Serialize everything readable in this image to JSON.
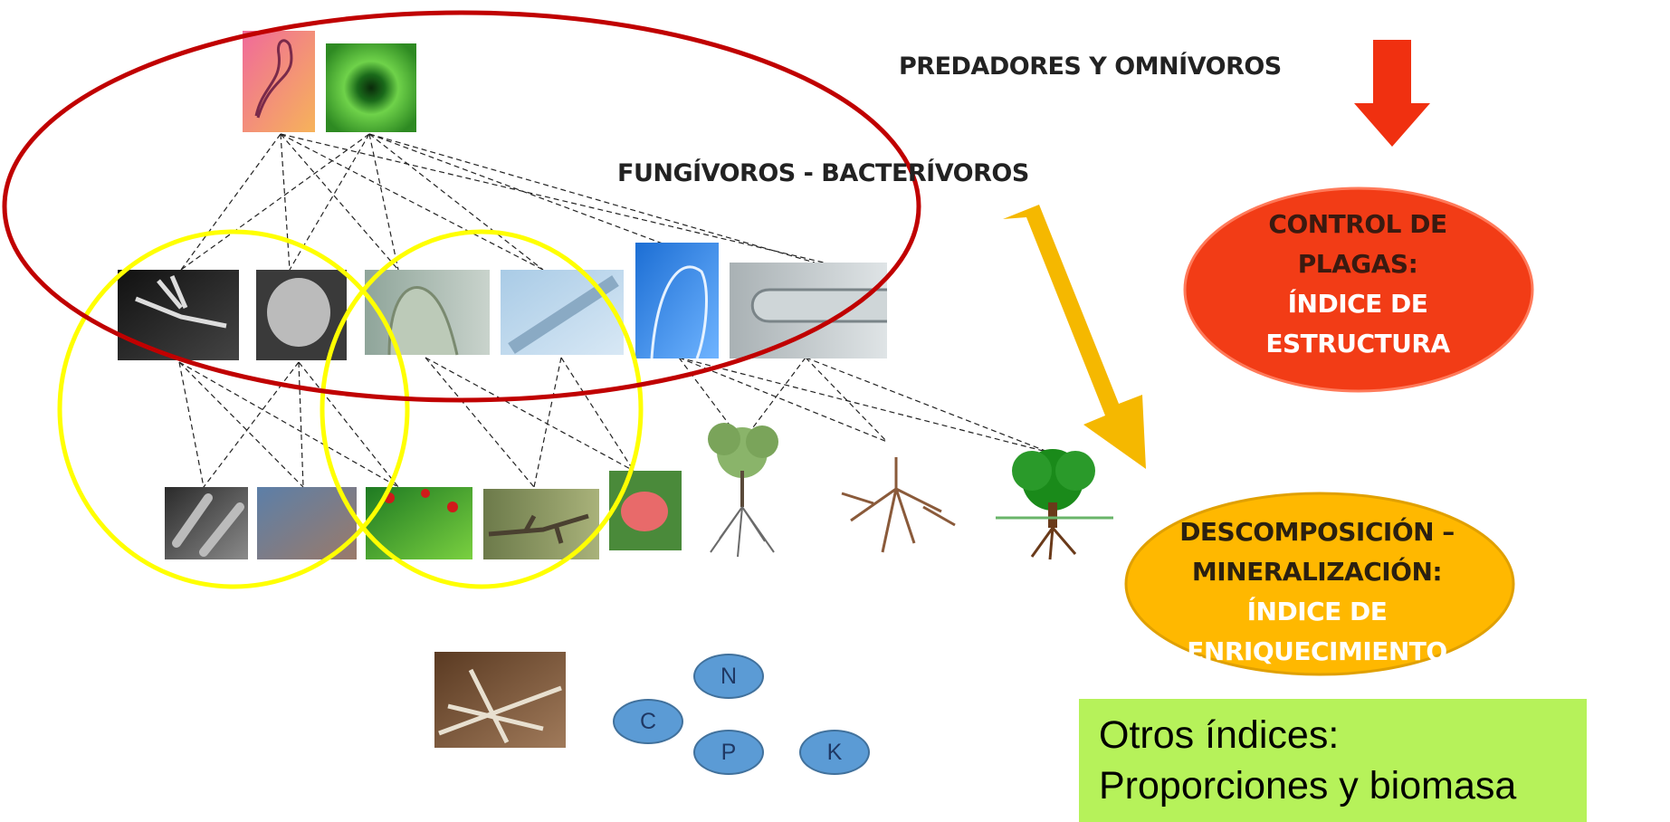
{
  "labels": {
    "predadores": "PREDADORES Y OMNÍVOROS",
    "fungivoros": "FUNGÍVOROS - BACTERÍVOROS"
  },
  "control_oval": {
    "line1": "CONTROL DE",
    "line2": "PLAGAS:",
    "line3": "ÍNDICE DE",
    "line4": "ESTRUCTURA",
    "color": "#f23c16"
  },
  "descomp_oval": {
    "line1": "DESCOMPOSICIÓN –",
    "line2": "MINERALIZACIÓN:",
    "line3": "ÍNDICE DE",
    "line4": "ENRIQUECIMIENTO",
    "color": "#ffb800"
  },
  "otros_box": {
    "line1": "Otros índices:",
    "line2": "Proporciones y biomasa",
    "color": "#b6f25a"
  },
  "nutrients": [
    "N",
    "C",
    "P",
    "K"
  ],
  "colors": {
    "red_ellipse": "#c00000",
    "yellow_circle": "#ffff00",
    "red_arrow": "#f03010",
    "orange_arrow": "#f5b800"
  },
  "images": [
    "pink-nematode-photo",
    "green-nematode-mouth-photo",
    "sem-nematode-head-1",
    "sem-nematode-head-2",
    "nematode-micro-1",
    "nematode-micro-2",
    "nematode-micro-blue",
    "nematode-micro-grey",
    "bacteria-rods-photo",
    "bacteria-blue-photo",
    "bacteria-green-photo",
    "fungal-hyphae-photo",
    "fungus-spore-photo",
    "tree-roots-drawing",
    "root-system-drawing",
    "tree-green-drawing",
    "soil-organic-matter-photo"
  ]
}
